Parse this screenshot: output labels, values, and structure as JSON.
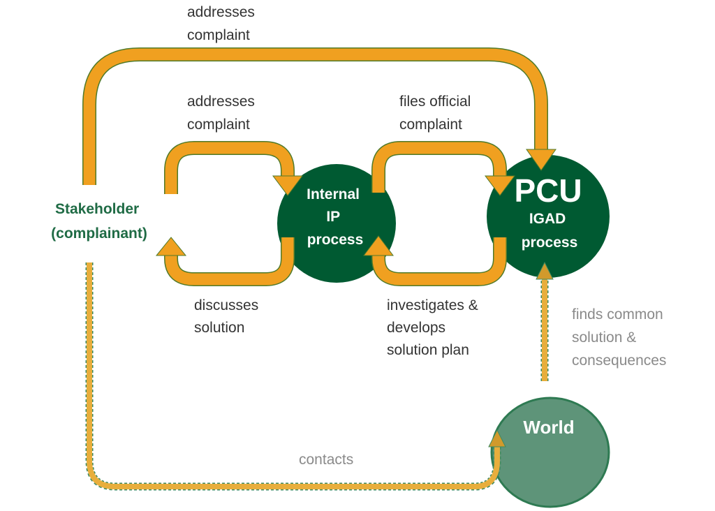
{
  "colors": {
    "arrow_fill": "#F0A020",
    "arrow_outline": "#4f7a2a",
    "dark_green": "#005a32",
    "world_green": "#5e9479",
    "world_outline": "#2e7a52",
    "dashed_arrow": "#E8AE3C",
    "dashed_outline": "#3f8a60",
    "stakeholder_text": "#1f6b45",
    "label_text": "#333333",
    "grey_text": "#8a8a8a"
  },
  "nodes": {
    "stakeholder": {
      "line1": "Stakeholder",
      "line2": "(complainant)"
    },
    "internal": {
      "line1": "Internal",
      "line2": "IP",
      "line3": "process"
    },
    "pcu": {
      "title": "PCU",
      "line1": "IGAD",
      "line2": "process"
    },
    "world": {
      "title": "World"
    }
  },
  "labels": {
    "top_addresses": {
      "line1": "addresses",
      "line2": "complaint"
    },
    "inner_addresses": {
      "line1": "addresses",
      "line2": "complaint"
    },
    "files": {
      "line1": "files official",
      "line2": "complaint"
    },
    "discusses": {
      "line1": "discusses",
      "line2": "solution"
    },
    "investigates": {
      "line1": "investigates &",
      "line2": "develops",
      "line3": "solution plan"
    },
    "finds": {
      "line1": "finds common",
      "line2": "solution &",
      "line3": "consequences"
    },
    "contacts": {
      "line1": "contacts"
    }
  }
}
